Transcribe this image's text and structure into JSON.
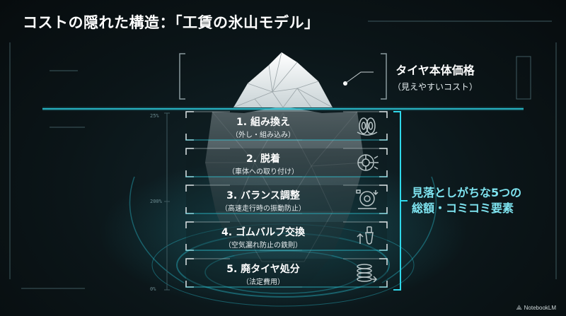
{
  "title": "コストの隠れた構造：「工賃の氷山モデル」",
  "visible_cost": {
    "label": "タイヤ本体価格",
    "note": "（見えやすいコスト）"
  },
  "hidden_cost": {
    "line1": "見落としがちな5つの",
    "line2": "総額・コミコミ要素"
  },
  "items": [
    {
      "label": "1. 組み換え",
      "note": "（外し・組み込み）",
      "icon": "tire-swap-icon"
    },
    {
      "label": "2. 脱着",
      "note": "（車体への取り付け）",
      "icon": "wheel-mount-icon"
    },
    {
      "label": "3. バランス調整",
      "note": "（高速走行時の振動防止）",
      "icon": "wheel-balance-icon"
    },
    {
      "label": "4. ゴムバルブ交換",
      "note": "（空気漏れ防止の鉄則）",
      "icon": "valve-icon"
    },
    {
      "label": "5. 廃タイヤ処分",
      "note": "（法定費用）",
      "icon": "tire-stack-recycle-icon"
    }
  ],
  "scale": {
    "top": "25%",
    "middle": "200%",
    "bottom": "0%"
  },
  "brand": "NotebookLM",
  "colors": {
    "accent": "#2fd8ea",
    "background": "#0a1114",
    "highlight_text": "#7ee3ef"
  }
}
